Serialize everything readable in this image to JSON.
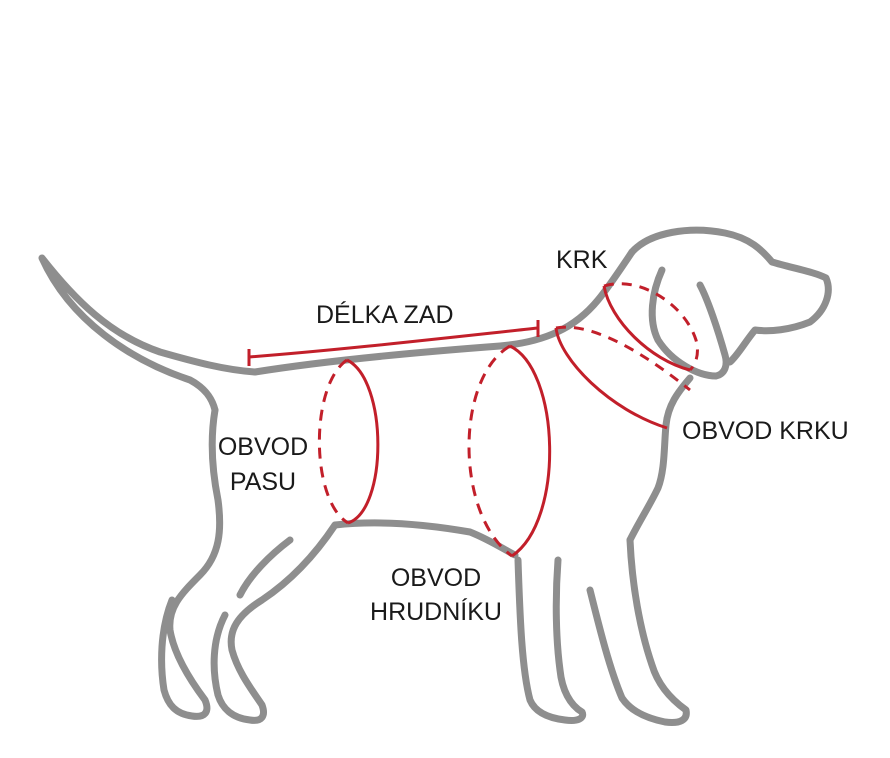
{
  "diagram": {
    "labels": {
      "back_length": "DÉLKA ZAD",
      "neck": "KRK",
      "neck_circumference": "OBVOD KRKU",
      "waist_circumference": [
        "OBVOD",
        "PASU"
      ],
      "chest_circumference": [
        "OBVOD",
        "HRUDNÍKU"
      ]
    },
    "colors": {
      "outline": "#8e8e8e",
      "measure": "#c21f2a",
      "text": "#1a1a1a"
    }
  }
}
